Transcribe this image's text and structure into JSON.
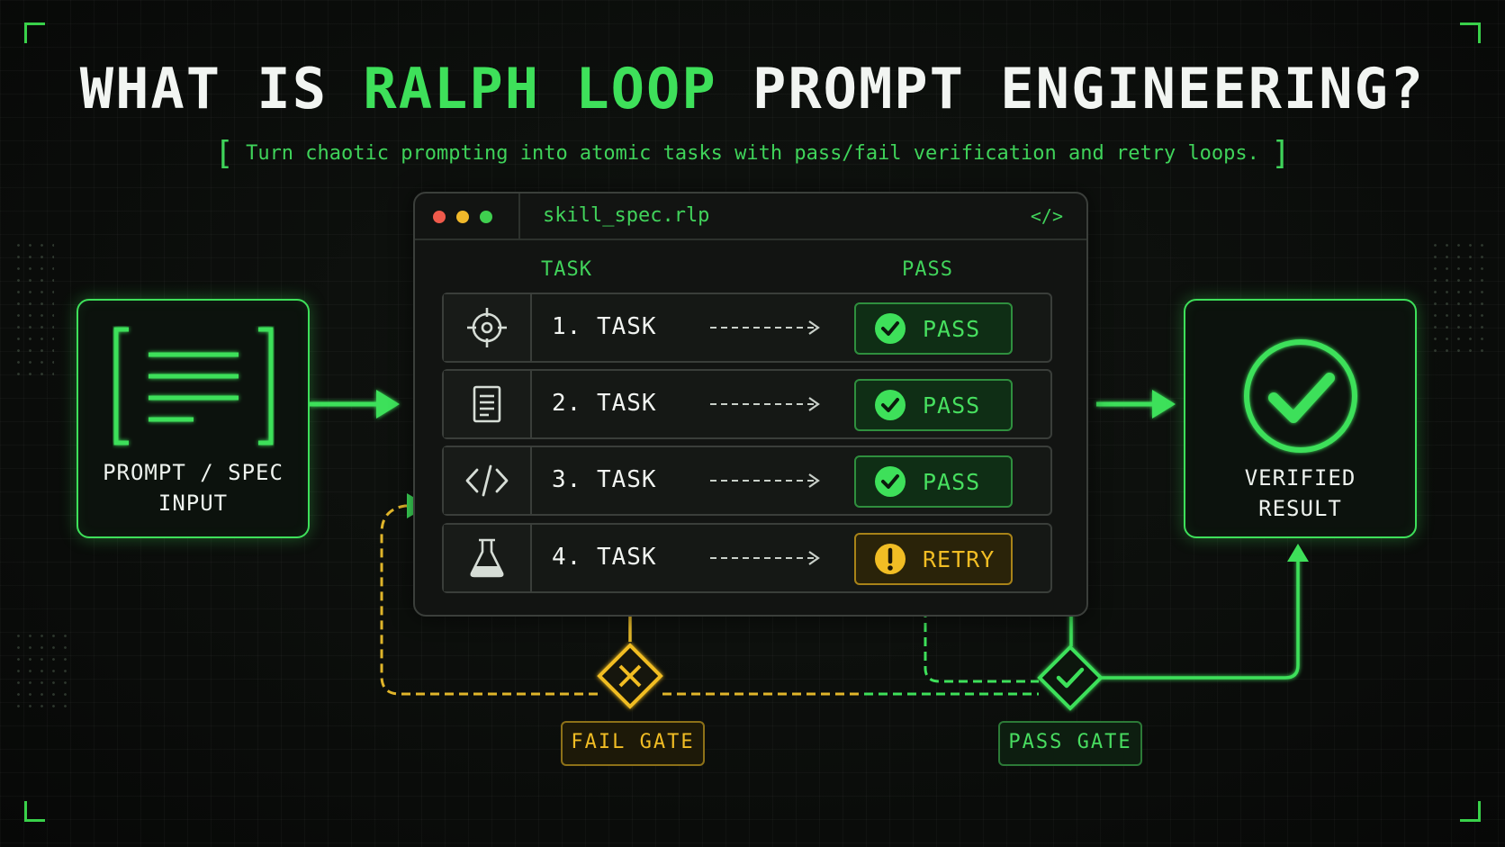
{
  "title": {
    "part1": "WHAT IS ",
    "highlight": "RALPH LOOP",
    "part2": " PROMPT ENGINEERING?"
  },
  "subtitle": {
    "open_bracket": "[",
    "text": " Turn chaotic prompting into atomic tasks with pass/fail verification and retry loops. ",
    "close_bracket": "]"
  },
  "input_box": {
    "line1": "PROMPT / SPEC",
    "line2": "INPUT",
    "icon": "document-brackets-icon"
  },
  "window": {
    "filename": "skill_spec.rlp",
    "code_tag": "</>",
    "col_task": "TASK",
    "col_pass": "PASS",
    "rows": [
      {
        "label": "1. TASK",
        "icon": "target-icon",
        "status": "PASS",
        "state": "pass"
      },
      {
        "label": "2. TASK",
        "icon": "document-icon",
        "status": "PASS",
        "state": "pass"
      },
      {
        "label": "3. TASK",
        "icon": "code-icon",
        "status": "PASS",
        "state": "pass"
      },
      {
        "label": "4. TASK",
        "icon": "flask-icon",
        "status": "RETRY",
        "state": "retry"
      }
    ]
  },
  "result_box": {
    "line1": "VERIFIED",
    "line2": "RESULT",
    "icon": "check-circle-icon"
  },
  "gates": {
    "fail": "FAIL GATE",
    "pass": "PASS GATE"
  },
  "colors": {
    "green": "#3ee05a",
    "yellow": "#f1bd24",
    "background": "#0b0d0b",
    "traffic_red": "#ef5a4b",
    "traffic_yellow": "#f0b82a",
    "traffic_green": "#3fcf4f"
  }
}
